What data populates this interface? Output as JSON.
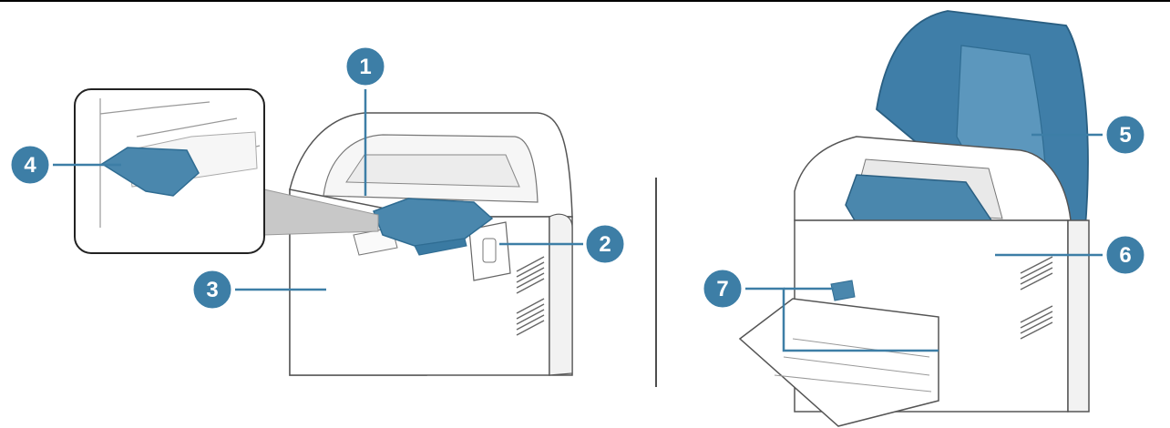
{
  "colors": {
    "callout_fill": "#3d7ea6",
    "callout_stroke": "#ffffff",
    "leader_line": "#3d7ea6",
    "component_highlight": "#4a87ad",
    "component_highlight_dark": "#2f6c92",
    "printer_outline": "#555555",
    "printer_body": "#ffffff",
    "printer_shade": "#eeeeee",
    "divider": "#222222",
    "top_rule": "#000000",
    "zoom_frame": "#222222",
    "zoom_connector": "#c8c8c8"
  },
  "icons": {
    "callout_badge": "circle-number-badge",
    "ventilation": "vent-grille"
  },
  "callouts": [
    {
      "id": "1",
      "label": "1"
    },
    {
      "id": "2",
      "label": "2"
    },
    {
      "id": "3",
      "label": "3"
    },
    {
      "id": "4",
      "label": "4"
    },
    {
      "id": "5",
      "label": "5"
    },
    {
      "id": "6",
      "label": "6"
    },
    {
      "id": "7",
      "label": "7"
    }
  ]
}
